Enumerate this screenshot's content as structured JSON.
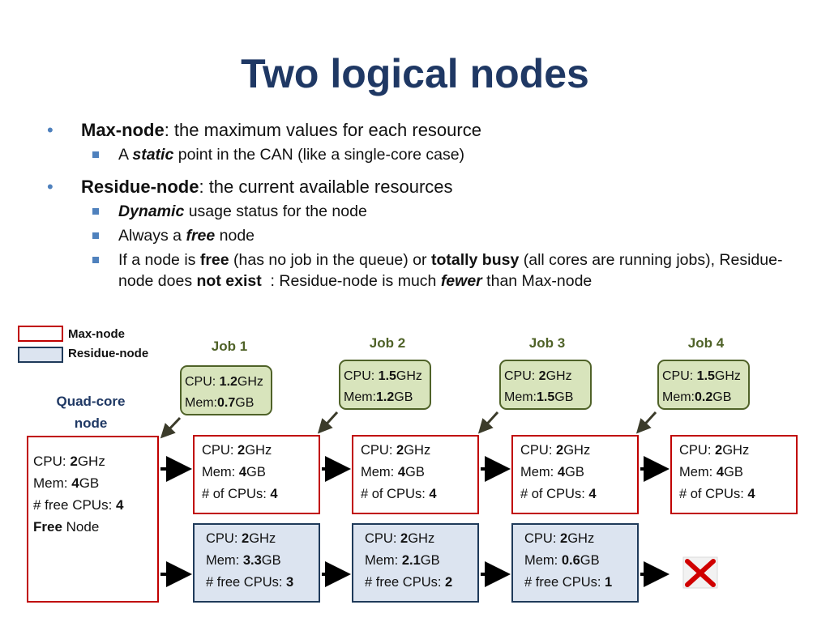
{
  "slide": {
    "title": "Two logical nodes",
    "bullets": {
      "b1_term": "Max-node",
      "b1_text": ": the maximum values for each resource",
      "b1_sub1_pre": "A ",
      "b1_sub1_em": "static",
      "b1_sub1_post": " point in the CAN (like a single-core case)",
      "b2_term": "Residue-node",
      "b2_text": ": the current available resources",
      "b2_sub1_em": "Dynamic",
      "b2_sub1_post": " usage status for the node",
      "b2_sub2_pre": "Always a ",
      "b2_sub2_em": "free",
      "b2_sub2_post": " node",
      "b2_sub3_a": "If a node is ",
      "b2_sub3_b": "free",
      "b2_sub3_c": " (has no job in the queue) or ",
      "b2_sub3_d": "totally busy",
      "b2_sub3_e": " (all cores are running jobs), Residue-node does ",
      "b2_sub3_f": "not exist",
      "b2_sub3_g": "  : Residue-node is much ",
      "b2_sub3_h": "fewer",
      "b2_sub3_i": " than Max-node"
    }
  },
  "legend": {
    "max": "Max-node",
    "residue": "Residue-node"
  },
  "quad_node": {
    "label_line1": "Quad-core",
    "label_line2": "node",
    "cpu_pre": "CPU: ",
    "cpu_val": "2",
    "cpu_unit": "GHz",
    "mem_pre": "Mem: ",
    "mem_val": "4",
    "mem_unit": "GB",
    "free_pre": "# free CPUs: ",
    "free_val": "4",
    "status_bold": "Free",
    "status_rest": " Node"
  },
  "jobs": [
    {
      "label": "Job 1",
      "cpu_pre": "CPU: ",
      "cpu_val": "1.2",
      "cpu_unit": "GHz",
      "mem_pre": "Mem:",
      "mem_val": "0.7",
      "mem_unit": "GB"
    },
    {
      "label": "Job 2",
      "cpu_pre": "CPU: ",
      "cpu_val": "1.5",
      "cpu_unit": "GHz",
      "mem_pre": "Mem:",
      "mem_val": "1.2",
      "mem_unit": "GB"
    },
    {
      "label": "Job 3",
      "cpu_pre": "CPU: ",
      "cpu_val": "2",
      "cpu_unit": "GHz",
      "mem_pre": "Mem:",
      "mem_val": "1.5",
      "mem_unit": "GB"
    },
    {
      "label": "Job 4",
      "cpu_pre": "CPU: ",
      "cpu_val": "1.5",
      "cpu_unit": "GHz",
      "mem_pre": "Mem:",
      "mem_val": "0.2",
      "mem_unit": "GB"
    }
  ],
  "max_nodes": [
    {
      "cpu_pre": "CPU: ",
      "cpu_val": "2",
      "cpu_unit": "GHz",
      "mem_pre": "Mem: ",
      "mem_val": "4",
      "mem_unit": "GB",
      "cpus_pre": "# of CPUs: ",
      "cpus_val": "4"
    },
    {
      "cpu_pre": "CPU: ",
      "cpu_val": "2",
      "cpu_unit": "GHz",
      "mem_pre": "Mem: ",
      "mem_val": "4",
      "mem_unit": "GB",
      "cpus_pre": "# of CPUs: ",
      "cpus_val": "4"
    },
    {
      "cpu_pre": "CPU: ",
      "cpu_val": "2",
      "cpu_unit": "GHz",
      "mem_pre": "Mem: ",
      "mem_val": "4",
      "mem_unit": "GB",
      "cpus_pre": "# of CPUs: ",
      "cpus_val": "4"
    },
    {
      "cpu_pre": "CPU: ",
      "cpu_val": "2",
      "cpu_unit": "GHz",
      "mem_pre": "Mem: ",
      "mem_val": "4",
      "mem_unit": "GB",
      "cpus_pre": "# of CPUs: ",
      "cpus_val": "4"
    }
  ],
  "residue_nodes": [
    {
      "cpu_pre": "CPU: ",
      "cpu_val": "2",
      "cpu_unit": "GHz",
      "mem_pre": "Mem: ",
      "mem_val": "3.3",
      "mem_unit": "GB",
      "free_pre": "# free CPUs: ",
      "free_val": "3"
    },
    {
      "cpu_pre": "CPU: ",
      "cpu_val": "2",
      "cpu_unit": "GHz",
      "mem_pre": "Mem: ",
      "mem_val": "2.1",
      "mem_unit": "GB",
      "free_pre": "# free CPUs: ",
      "free_val": "2"
    },
    {
      "cpu_pre": "CPU: ",
      "cpu_val": "2",
      "cpu_unit": "GHz",
      "mem_pre": "Mem: ",
      "mem_val": "0.6",
      "mem_unit": "GB",
      "free_pre": "# free CPUs: ",
      "free_val": "1"
    }
  ],
  "colors": {
    "title": "#1f3864",
    "bullet": "#4f81bd",
    "max_border": "#c00000",
    "residue_border": "#1f3a5a",
    "residue_fill": "#dce4f0",
    "job_fill": "#d8e4bc",
    "job_border": "#4f6228"
  },
  "icons": {
    "not_exist": "red-x-icon"
  }
}
